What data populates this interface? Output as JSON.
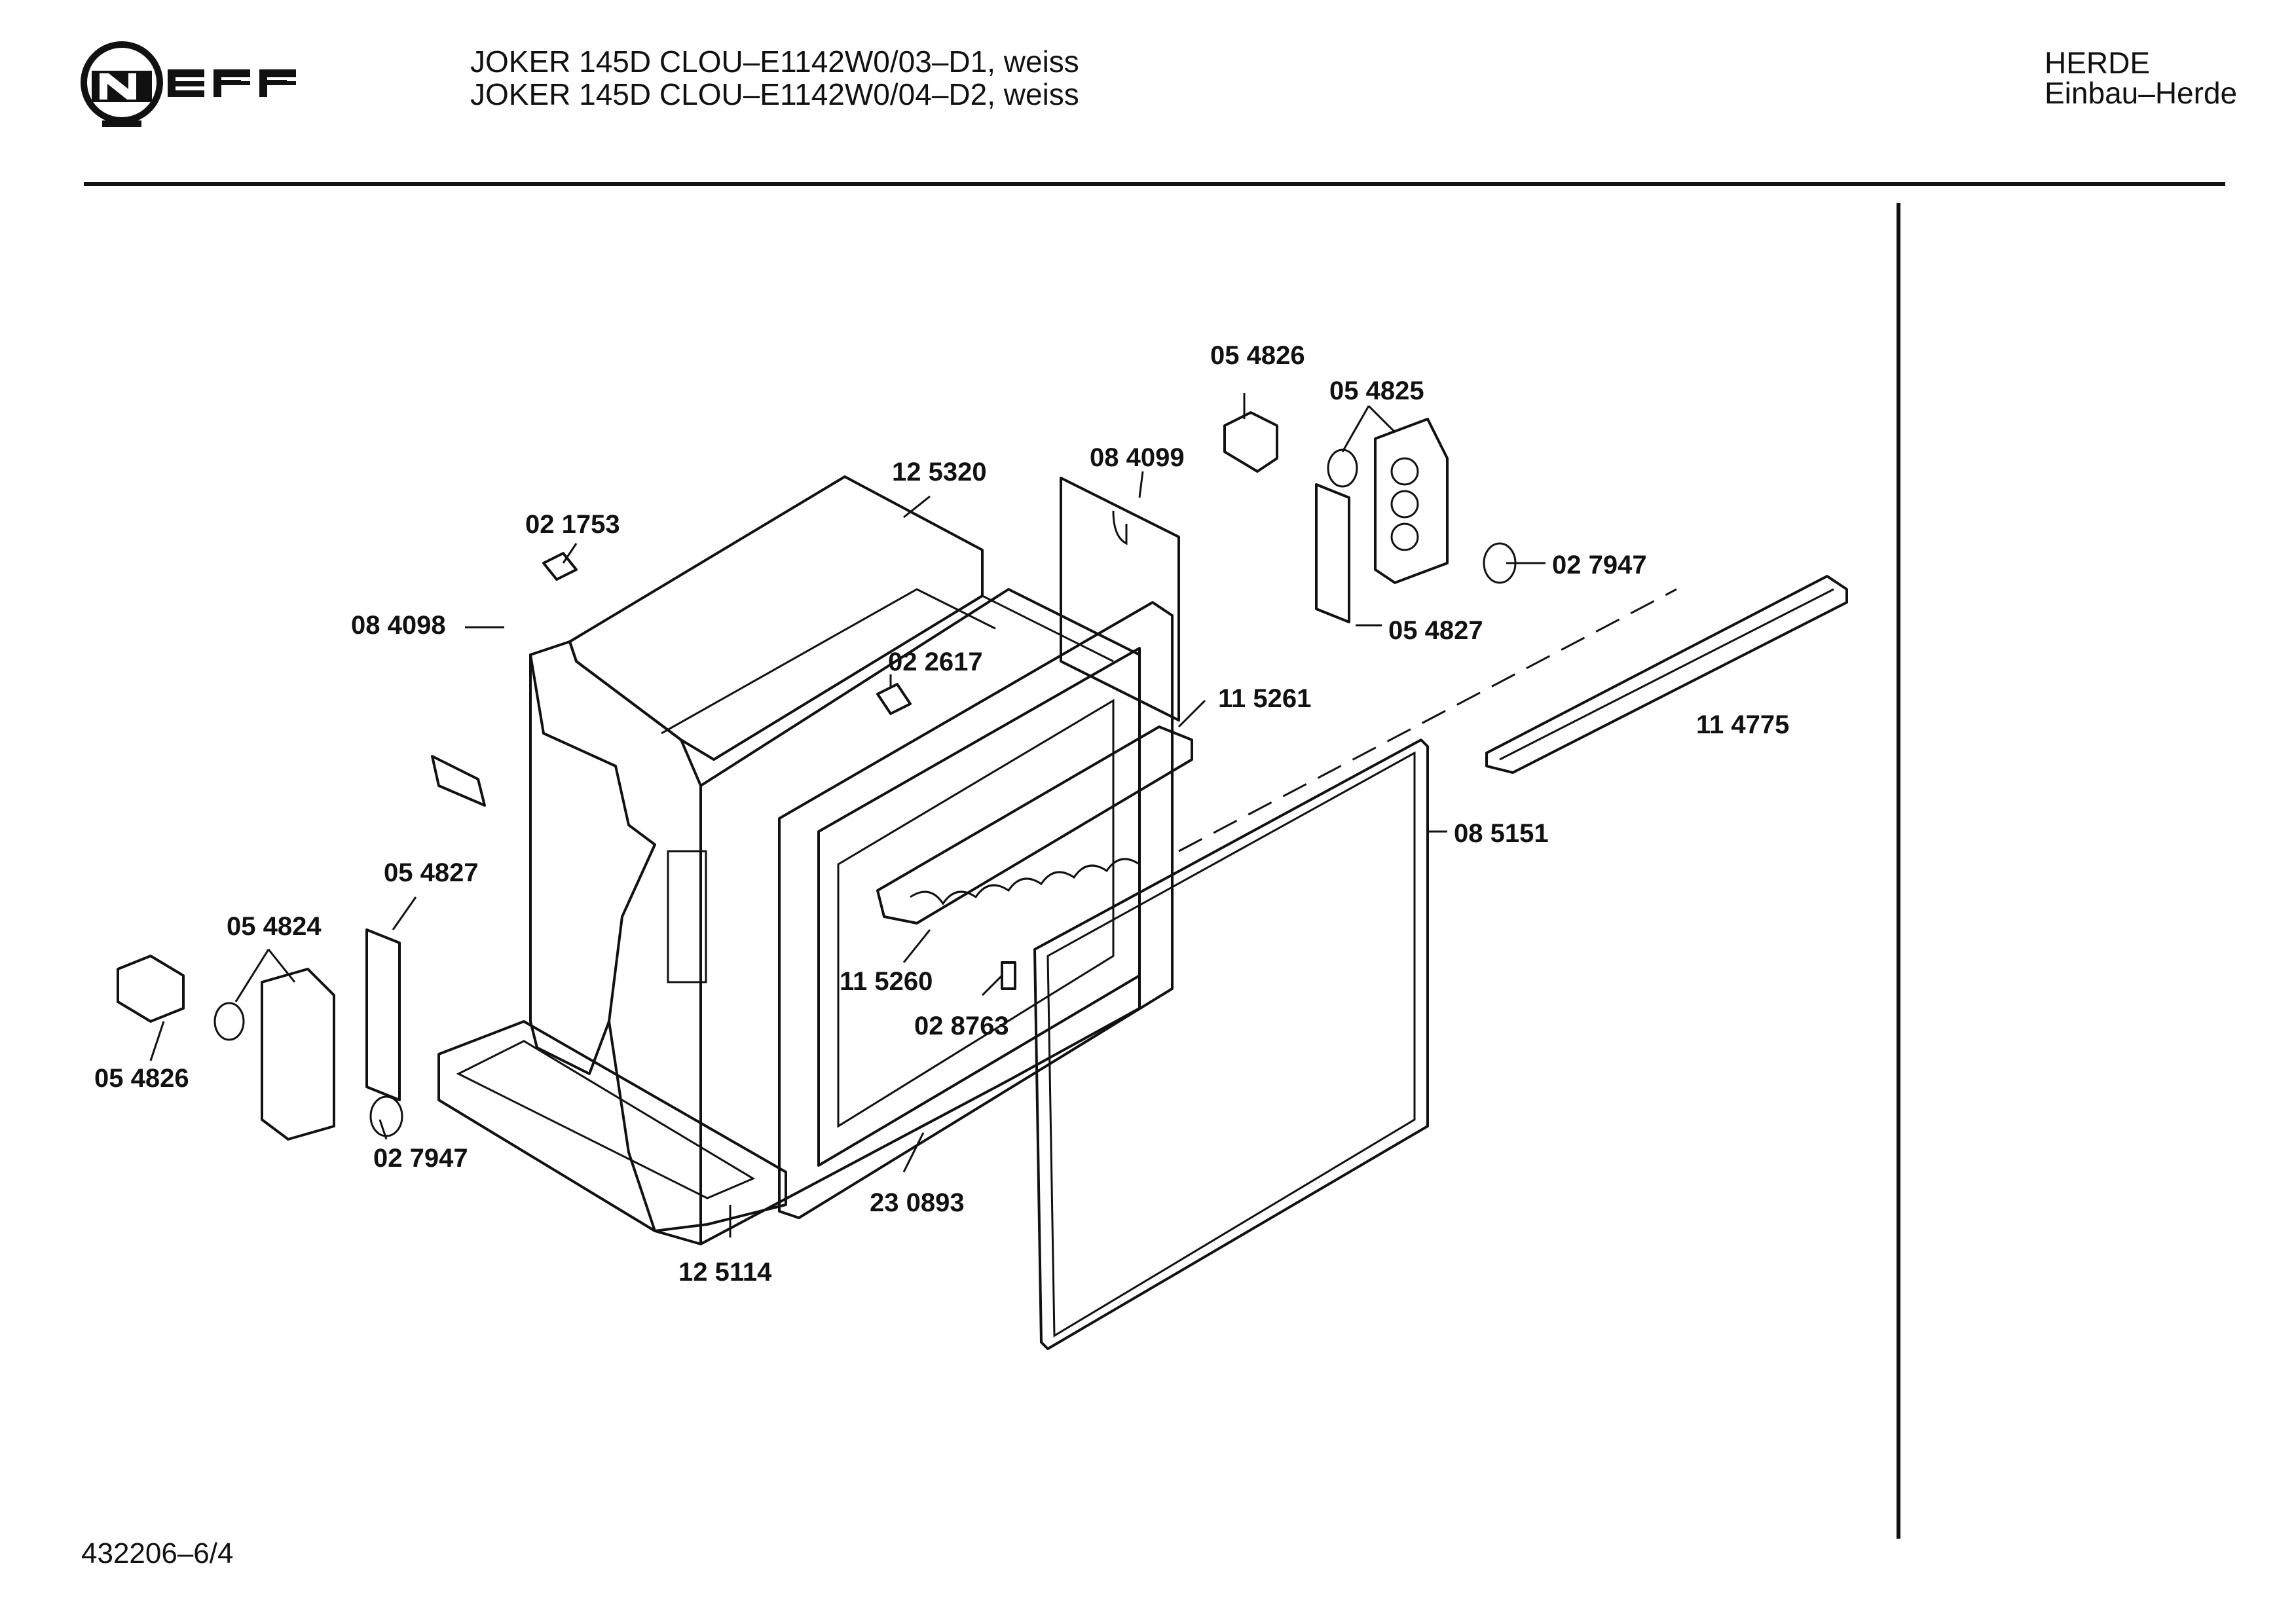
{
  "header": {
    "brand": "NEFF",
    "model_lines": [
      "JOKER 145D CLOU–E1142W0/03–D1, weiss",
      "JOKER 145D CLOU–E1142W0/04–D2, weiss"
    ],
    "category": "HERDE",
    "subcategory": "Einbau–Herde"
  },
  "footer": {
    "document_number": "432206–6/4"
  },
  "parts": [
    "05 4826",
    "05 4825",
    "08 4099",
    "12 5320",
    "02 1753",
    "02 7947",
    "05 4827",
    "08 4098",
    "02 2617",
    "11 5261",
    "11 4775",
    "08 5151",
    "05 4827",
    "05 4824",
    "11 5260",
    "02 8763",
    "05 4826",
    "02 7947",
    "23 0893",
    "12 5114"
  ]
}
